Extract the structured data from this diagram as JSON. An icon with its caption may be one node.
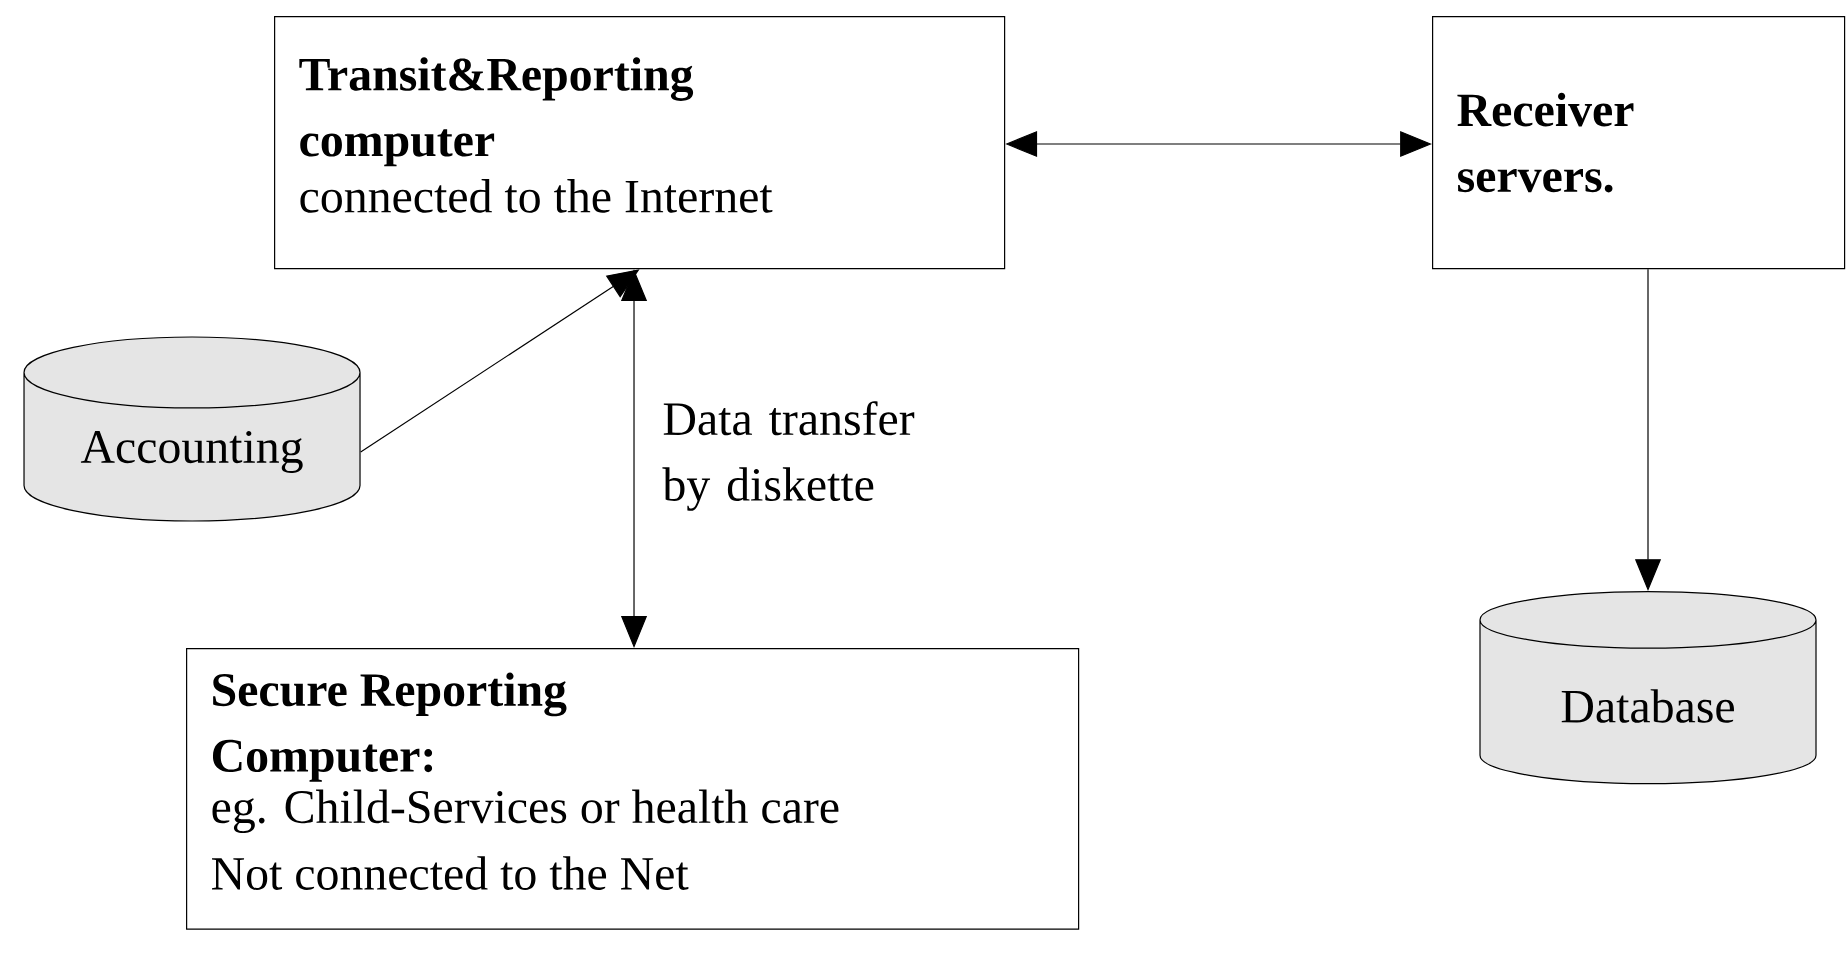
{
  "diagram": {
    "nodes": [
      {
        "text": [
          "Transit&Reporting computer",
          "connected to the Internet"
        ]
      },
      {
        "text": [
          "Receiver servers."
        ]
      },
      {
        "text": [
          "Accounting"
        ]
      },
      {
        "text": [
          "Secure Reporting Computer:",
          "eg. Child-Services or health care",
          "Not connected to the Net"
        ]
      },
      {
        "text": [
          "Database"
        ]
      }
    ],
    "edges": [
      {
        "from": 0,
        "to": 1,
        "arrow": "both"
      },
      {
        "from": 2,
        "to": 0,
        "arrow": "to"
      },
      {
        "from": 0,
        "to": 3,
        "arrow": "both",
        "label": "Data  transfer by diskette"
      },
      {
        "from": 1,
        "to": 4,
        "arrow": "to"
      }
    ]
  }
}
